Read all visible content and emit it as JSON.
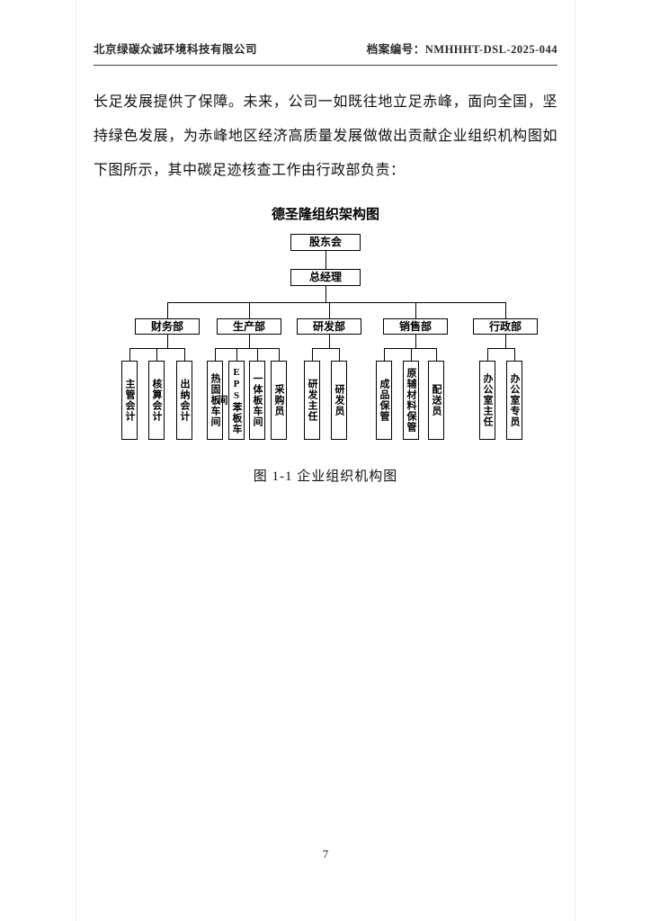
{
  "header": {
    "company": "北京绿碳众诚环境科技有限公司",
    "file_label": "档案编号：",
    "file_number": "NMHHHT-DSL-2025-044"
  },
  "body": {
    "paragraph": "长足发展提供了保障。未来，公司一如既往地立足赤峰，面向全国，坚持绿色发展，为赤峰地区经济高质量发展做做出贡献企业组织机构图如下图所示，其中碳足迹核查工作由行政部负责："
  },
  "org_chart": {
    "title": "德圣隆组织架构图",
    "root": "股东会",
    "manager": "总经理",
    "departments": [
      {
        "label": "财务部",
        "children": [
          "主管会计",
          "核算会计",
          "出纳会计"
        ]
      },
      {
        "label": "生产部",
        "children": [
          "热固板车间",
          "EPS苯板车间",
          "一体板车间",
          "采购员"
        ]
      },
      {
        "label": "研发部",
        "children": [
          "研发主任",
          "研发员"
        ]
      },
      {
        "label": "销售部",
        "children": [
          "成品保管",
          "原辅材料保管",
          "配送员"
        ]
      },
      {
        "label": "行政部",
        "children": [
          "办公室主任",
          "办公室专员"
        ]
      }
    ]
  },
  "caption": "图 1-1 企业组织机构图",
  "footer": {
    "page_number": "7"
  }
}
